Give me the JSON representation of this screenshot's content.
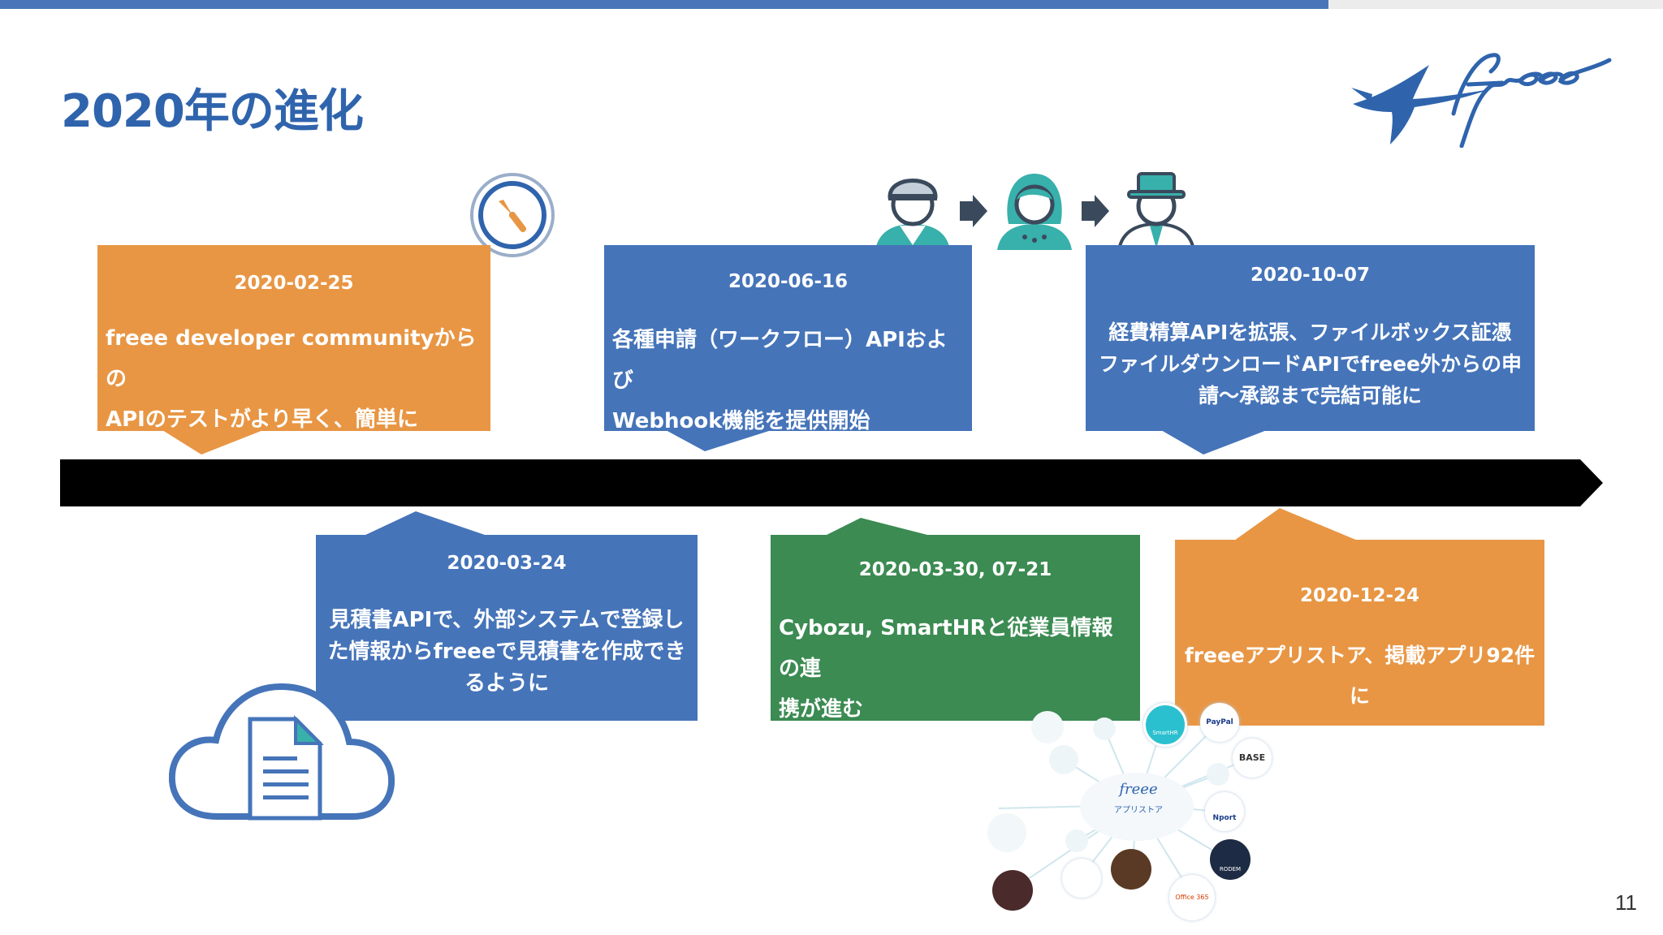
{
  "slide": {
    "title": "2020年の進化",
    "page_number": "11",
    "accent_color": "#4a76b8",
    "logo_text": "freee"
  },
  "events_top": [
    {
      "date": "2020-02-25",
      "lines": [
        "freee developer communityからの",
        "APIのテストがより早く、簡単に"
      ],
      "color": "#e89644"
    },
    {
      "date": "2020-06-16",
      "lines": [
        "各種申請（ワークフロー）APIおよび",
        "Webhook機能を提供開始"
      ],
      "color": "#4574b9"
    },
    {
      "date": "2020-10-07",
      "lines": [
        "経費精算APIを拡張、ファイルボックス証憑",
        "ファイルダウンロードAPIでfreee外からの申",
        "請〜承認まで完結可能に"
      ],
      "color": "#4574b9"
    }
  ],
  "events_bottom": [
    {
      "date": "2020-03-24",
      "lines": [
        "見積書APIで、外部システムで登録し",
        "た情報からfreeeで見積書を作成でき",
        "るように"
      ],
      "color": "#4574b9"
    },
    {
      "date": "2020-03-30, 07-21",
      "lines": [
        "Cybozu, SmartHRと従業員情報の連",
        "携が進む"
      ],
      "color": "#3b8b52"
    },
    {
      "date": "2020-12-24",
      "lines": [
        "freeeアプリストア、掲載アプリ92件に"
      ],
      "color": "#e89644"
    }
  ],
  "app_store_graphic": {
    "center_label": "アプリストア",
    "center_logo": "freee",
    "apps": [
      "SmartHR",
      "PayPal",
      "BASE",
      "Nport",
      "RODEM",
      "Office 365"
    ]
  },
  "icons": [
    "stopwatch-icon",
    "worker-avatar-icon",
    "woman-avatar-icon",
    "gentleman-avatar-icon",
    "arrow-right-icon",
    "cloud-document-icon",
    "freee-logo-icon"
  ]
}
